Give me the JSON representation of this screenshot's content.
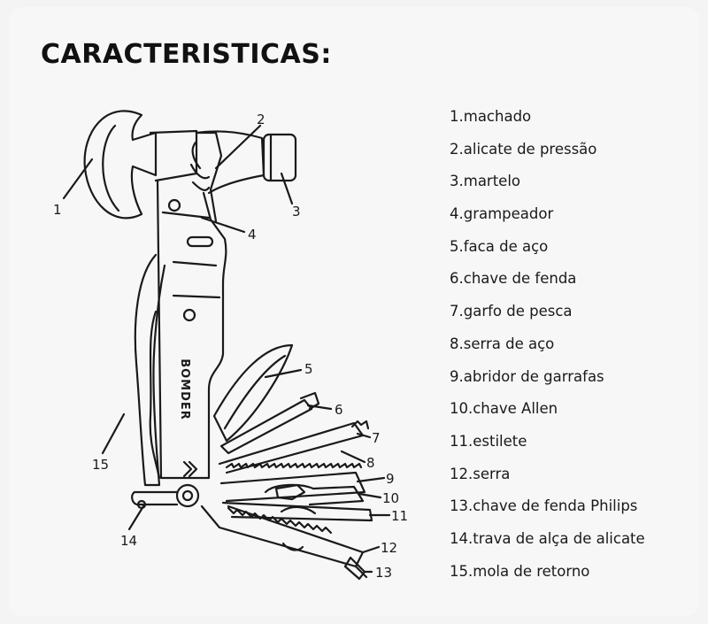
{
  "title": "CARACTERISTICAS:",
  "brand": "BOMDER",
  "callouts": [
    "1",
    "2",
    "3",
    "4",
    "5",
    "6",
    "7",
    "8",
    "9",
    "10",
    "11",
    "12",
    "13",
    "14",
    "15"
  ],
  "legend": [
    "1.machado",
    "2.alicate de pressão",
    "3.martelo",
    "4.grampeador",
    "5.faca de aço",
    "6.chave de fenda",
    "7.garfo de pesca",
    "8.serra de aço",
    "9.abridor de garrafas",
    "10.chave Allen",
    "11.estilete",
    "12.serra",
    "13.chave de fenda Philips",
    "14.trava de alça de alicate",
    "15.mola de retorno"
  ]
}
